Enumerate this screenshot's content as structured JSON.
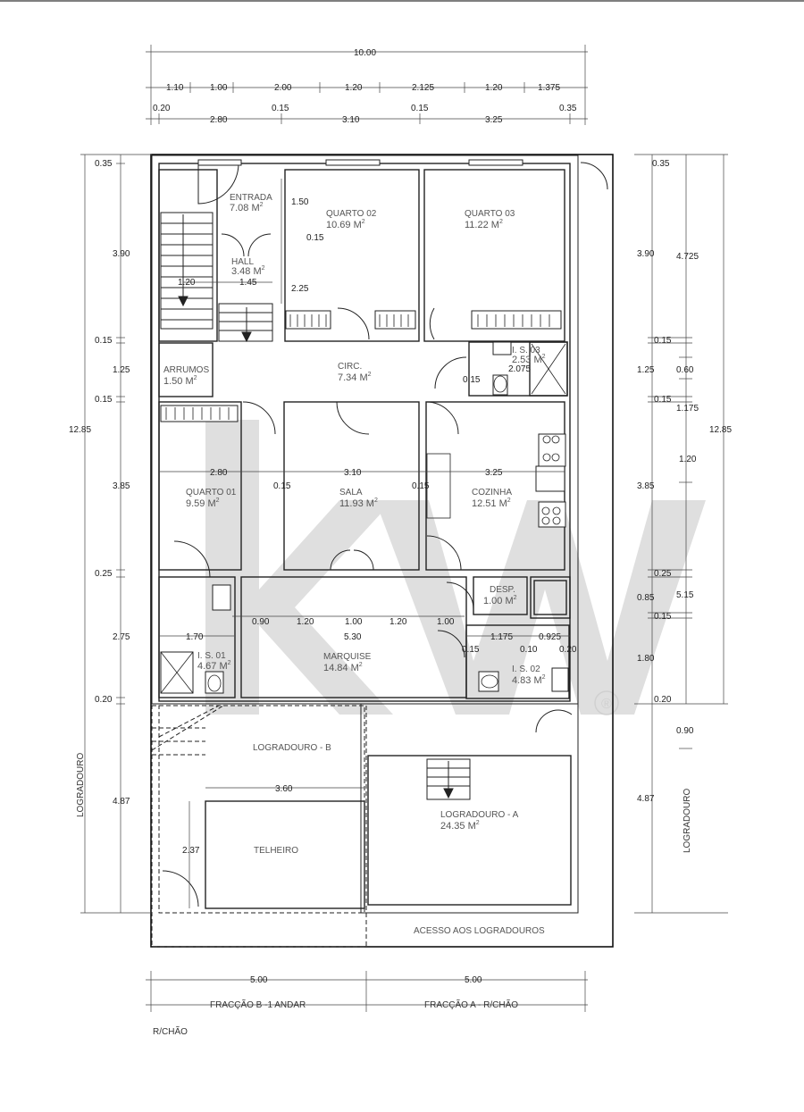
{
  "top_dims": {
    "overall": "10.00",
    "row1": [
      "1.10",
      "1.00",
      "2.00",
      "1.20",
      "2.125",
      "1.20",
      "1.375"
    ],
    "row2": [
      "0.20",
      "2.80",
      "0.15",
      "3.10",
      "0.15",
      "3.25",
      "0.35"
    ]
  },
  "left_dims": [
    "0.35",
    "3.90",
    "0.15",
    "1.25",
    "0.15",
    "12.85",
    "3.85",
    "0.25",
    "2.75",
    "0.20",
    "4.87"
  ],
  "right_dims": [
    "0.35",
    "3.90",
    "4.725",
    "0.15",
    "1.25",
    "0.60",
    "0.15",
    "1.175",
    "12.85",
    "1.20",
    "3.85",
    "0.25",
    "0.85",
    "5.15",
    "0.15",
    "1.80",
    "0.20",
    "0.90",
    "4.87"
  ],
  "inner_dims": [
    "1.50",
    "0.15",
    "1.20",
    "1.45",
    "2.25",
    "0.15",
    "2.075",
    "2.80",
    "0.15",
    "3.10",
    "0.15",
    "3.25",
    "0.90",
    "1.20",
    "1.00",
    "1.20",
    "1.00",
    "5.30",
    "1.70",
    "1.175",
    "0.925",
    "0.15",
    "0.10",
    "0.20",
    "3.60",
    "2.37"
  ],
  "rooms": [
    {
      "name": "ENTRADA",
      "area": "7.08 M",
      "sup": "2"
    },
    {
      "name": "HALL",
      "area": "3.48 M",
      "sup": "2"
    },
    {
      "name": "QUARTO 02",
      "area": "10.69 M",
      "sup": "2"
    },
    {
      "name": "QUARTO 03",
      "area": "11.22 M",
      "sup": "2"
    },
    {
      "name": "ARRUMOS",
      "area": "1.50 M",
      "sup": "2"
    },
    {
      "name": "CIRC.",
      "area": "7.34 M",
      "sup": "2"
    },
    {
      "name": "I. S. 03",
      "area": "2.53 M",
      "sup": "2"
    },
    {
      "name": "QUARTO 01",
      "area": "9.59 M",
      "sup": "2"
    },
    {
      "name": "SALA",
      "area": "11.93 M",
      "sup": "2"
    },
    {
      "name": "COZINHA",
      "area": "12.51 M",
      "sup": "2"
    },
    {
      "name": "DESP.",
      "area": "1.00 M",
      "sup": "2"
    },
    {
      "name": "MARQUISE",
      "area": "14.84 M",
      "sup": "2"
    },
    {
      "name": "I. S. 01",
      "area": "4.67 M",
      "sup": "2"
    },
    {
      "name": "I. S. 02",
      "area": "4.83 M",
      "sup": "2"
    },
    {
      "name": "LOGRADOURO - A",
      "area": "24.35 M",
      "sup": "2"
    }
  ],
  "labels": {
    "logradouro_b": "LOGRADOURO - B",
    "telheiro": "TELHEIRO",
    "acesso": "ACESSO AOS LOGRADOUROS",
    "logradouro_side": "LOGRADOURO",
    "fraccao_b": "FRACÇÃO B -1 ANDAR",
    "fraccao_a": "FRACÇÃO A - R/CHÃO",
    "bottom_dim": "5.00",
    "floor": "R/CHÃO"
  },
  "watermark": {
    "text": "kw",
    "mark": "®"
  }
}
